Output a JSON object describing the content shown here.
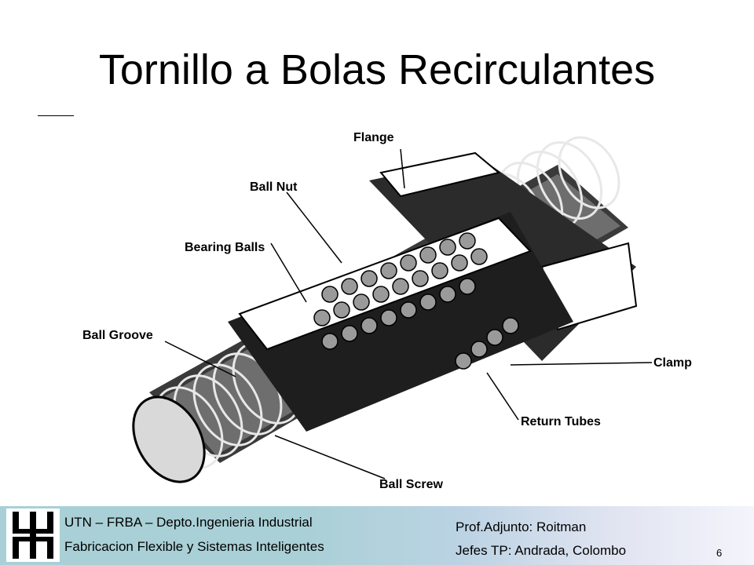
{
  "slide": {
    "title": "Tornillo a Bolas Recirculantes",
    "page_number": "6"
  },
  "figure": {
    "labels": {
      "flange": "Flange",
      "ball_nut": "Ball Nut",
      "bearing_balls": "Bearing Balls",
      "ball_groove": "Ball Groove",
      "clamp": "Clamp",
      "return_tubes": "Return Tubes",
      "ball_screw": "Ball Screw"
    }
  },
  "footer": {
    "left_line1": "UTN – FRBA – Depto.Ingenieria Industrial",
    "left_line2": "Fabricacion Flexible y Sistemas Inteligentes",
    "right_line1": "Prof.Adjunto: Roitman",
    "right_line2": "Jefes TP: Andrada, Colombo"
  }
}
